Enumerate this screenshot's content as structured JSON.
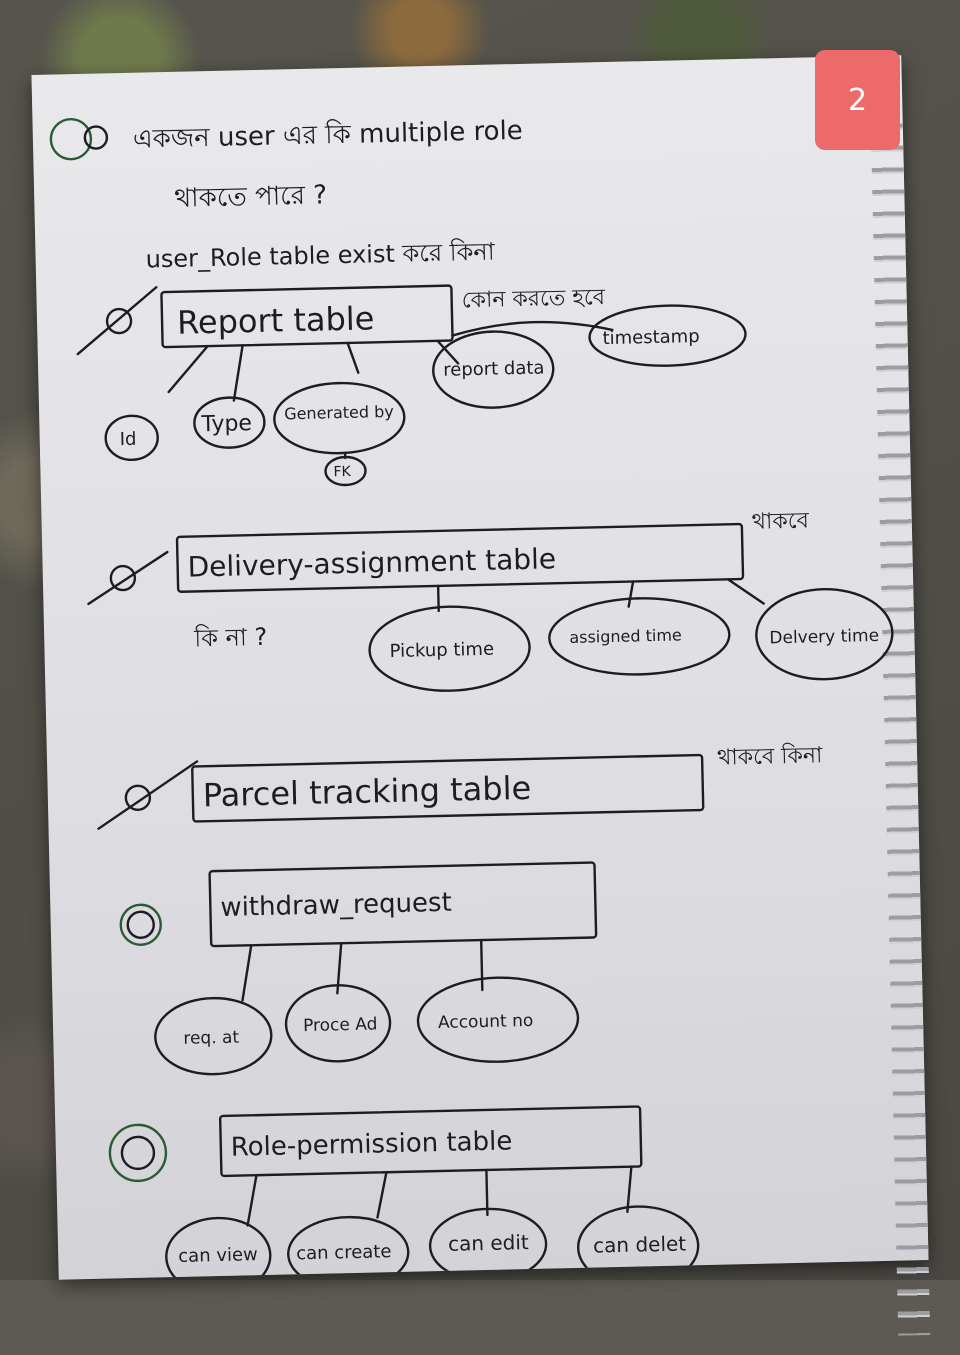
{
  "page_number": "2",
  "notes": {
    "q1_line1": "একজন user এর কি multiple role",
    "q1_line2": "থাকতে পারে ?",
    "q1_answer": "user_Role table exist করে কিনা",
    "report_table": {
      "title": "Report table",
      "side_note": "কোন করতে হবে",
      "fields": [
        "Id",
        "Type",
        "Generated by",
        "FK",
        "report data",
        "timestamp"
      ]
    },
    "delivery_table": {
      "title": "Delivery-assignment table",
      "side_note": "থাকবে",
      "question": "কি না ?",
      "fields": [
        "Pickup time",
        "assigned time",
        "Delvery time"
      ]
    },
    "parcel_table": {
      "title": "Parcel tracking table",
      "side_note": "থাকবে কিনা"
    },
    "withdraw_table": {
      "title": "withdraw_request",
      "fields": [
        "req. at",
        "Proce Ad",
        "Account no"
      ]
    },
    "role_table": {
      "title": "Role-permission table",
      "fields": [
        "can view",
        "can create",
        "can edit",
        "can delet"
      ]
    }
  }
}
